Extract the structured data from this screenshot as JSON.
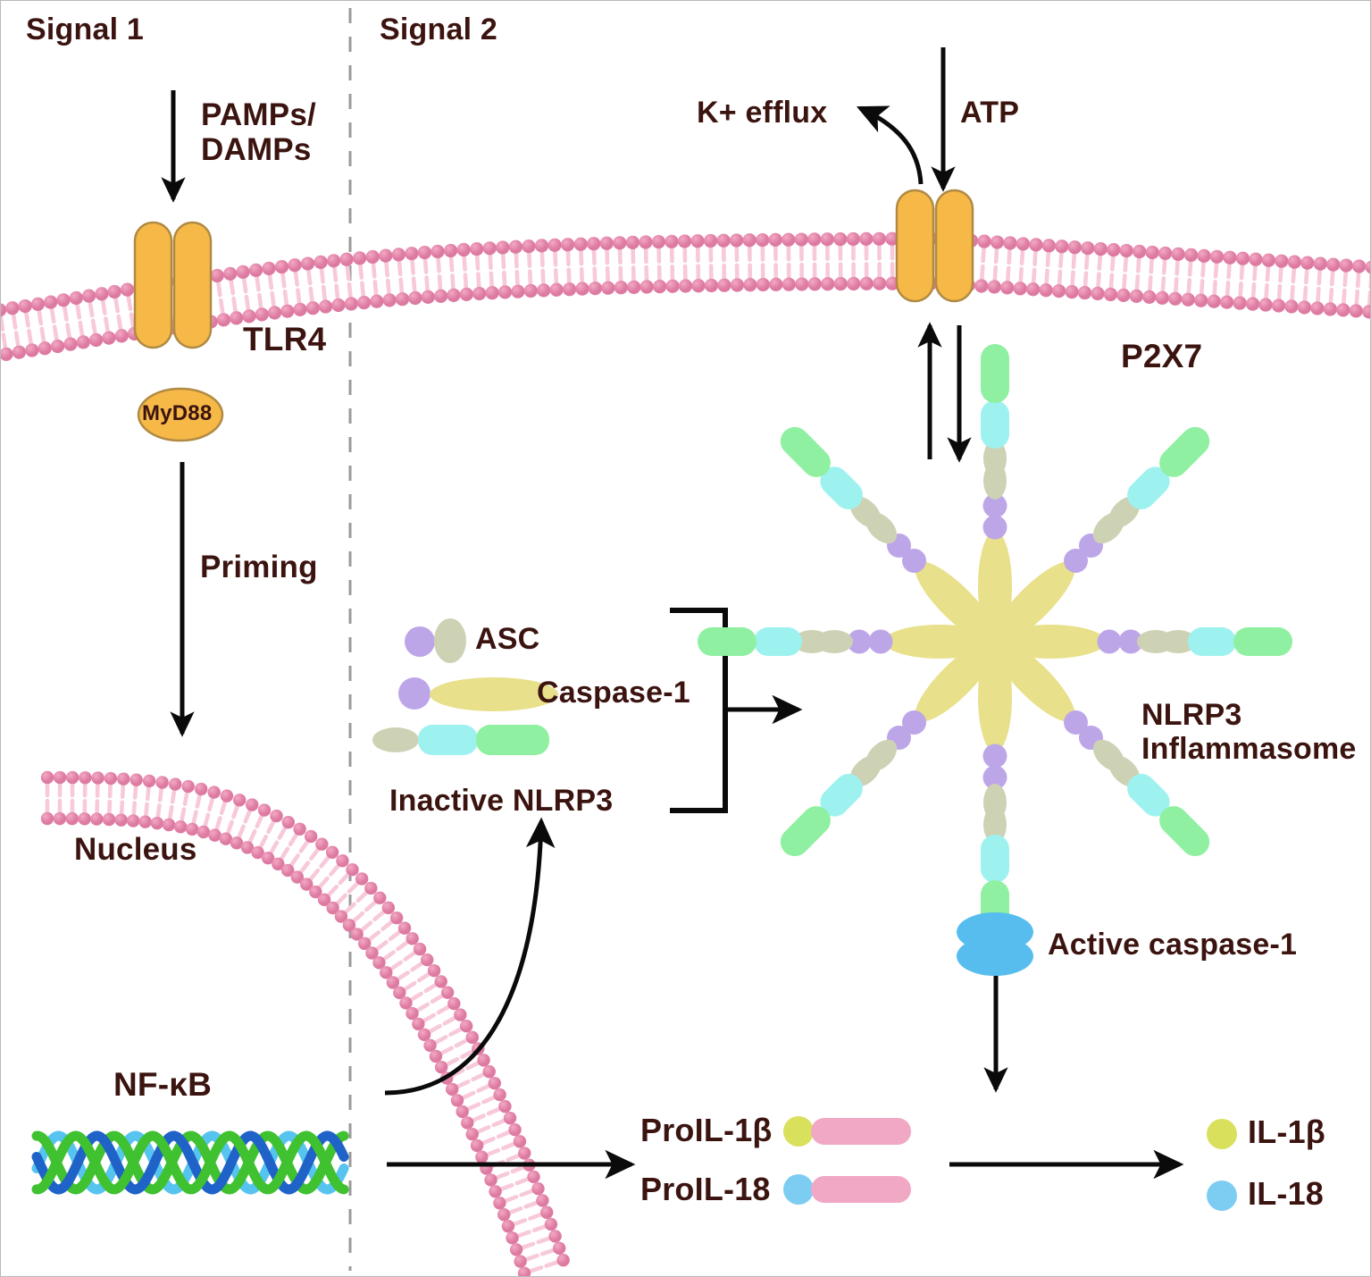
{
  "diagram": {
    "title_implied": "NLRP3 inflammasome activation pathway",
    "background": "#ffffff",
    "text_color": "#3b1410"
  },
  "sections": {
    "signal1": "Signal 1",
    "signal2": "Signal 2",
    "divider": "vertical-dashed-divider"
  },
  "labels": {
    "pamps_damps": "PAMPs/\nDAMPs",
    "tlr4": "TLR4",
    "myd88": "MyD88",
    "priming": "Priming",
    "nucleus": "Nucleus",
    "nfkb": "NF-κB",
    "k_efflux": "K+ efflux",
    "atp": "ATP",
    "p2x7": "P2X7",
    "asc": "ASC",
    "caspase1": "Caspase-1",
    "inactive_nlrp3": "Inactive NLRP3",
    "nlrp3_inflammasome": "NLRP3\nInflammasome",
    "active_caspase1": "Active caspase-1",
    "proil1b": "ProIL-1β",
    "proil18": "ProIL-18",
    "il1b": "IL-1β",
    "il18": "IL-18"
  },
  "icons": {
    "receptor_tlr4": "tlr4-receptor-icon",
    "receptor_p2x7": "p2x7-receptor-icon",
    "membrane_plasma": "plasma-membrane-icon",
    "membrane_nuclear": "nuclear-membrane-icon",
    "dna_helix": "dna-double-helix-icon",
    "inflammasome_wheel": "nlrp3-inflammasome-wheel-icon",
    "caspase_active": "active-caspase-1-icon",
    "arrow_down": "arrow-down-icon",
    "arrow_right": "arrow-right-icon",
    "arrow_up": "arrow-up-icon",
    "arrow_curved": "curved-arrow-icon",
    "bracket": "grouping-bracket-icon"
  },
  "colors": {
    "receptor_orange": "#f6b948",
    "receptor_orange_stroke": "#b08a43",
    "membrane_pink": "#e07fa5",
    "membrane_pink_light": "#f7c9da",
    "nlrp3_green": "#8ef0a0",
    "nlrp3_cyan": "#9df2ef",
    "nlrp3_grey": "#cdd2b4",
    "asc_purple": "#bda6e8",
    "caspase_yellow": "#e8e08a",
    "active_caspase_blue": "#56bdee",
    "proil_pink": "#f0a8c4",
    "il1b_yellow": "#d9e05c",
    "il18_blue": "#7dcdf3",
    "dna_lightblue": "#57c4ef",
    "dna_darkblue": "#1f63c8",
    "dna_green": "#3fc130",
    "arrow_black": "#0a0a0a",
    "divider_grey": "#9a9a9a",
    "text": "#3b1410"
  },
  "legend_items": [
    {
      "name": "ASC",
      "shape": "purple-circle + grey-oval"
    },
    {
      "name": "Caspase-1",
      "shape": "purple-circle + yellow-ellipse"
    },
    {
      "name": "Inactive NLRP3",
      "shape": "grey-oval + cyan-bar + green-bar"
    }
  ],
  "flow": [
    {
      "from": "PAMPs/DAMPs",
      "to": "TLR4",
      "type": "arrow-down"
    },
    {
      "from": "TLR4/MyD88",
      "to": "Nucleus",
      "type": "arrow-down",
      "label": "Priming"
    },
    {
      "from": "NF-κB",
      "to": "Inactive NLRP3",
      "type": "curved-arrow"
    },
    {
      "from": "NF-κB",
      "to": "ProIL-1β / ProIL-18",
      "type": "arrow-right"
    },
    {
      "from": "ATP",
      "to": "P2X7",
      "type": "arrow-down"
    },
    {
      "from": "P2X7",
      "to": "K+ efflux",
      "type": "curved-arrow"
    },
    {
      "from": "P2X7",
      "to": "NLRP3 Inflammasome",
      "type": "double-arrow"
    },
    {
      "from": "Components",
      "to": "NLRP3 Inflammasome",
      "type": "arrow-right-bracket"
    },
    {
      "from": "NLRP3 Inflammasome",
      "to": "Active caspase-1",
      "type": "arrow-down"
    },
    {
      "from": "Active caspase-1",
      "to": "ProIL-1β / ProIL-18",
      "type": "arrow-down"
    },
    {
      "from": "ProIL-1β / ProIL-18",
      "to": "IL-1β / IL-18",
      "type": "arrow-right"
    }
  ]
}
